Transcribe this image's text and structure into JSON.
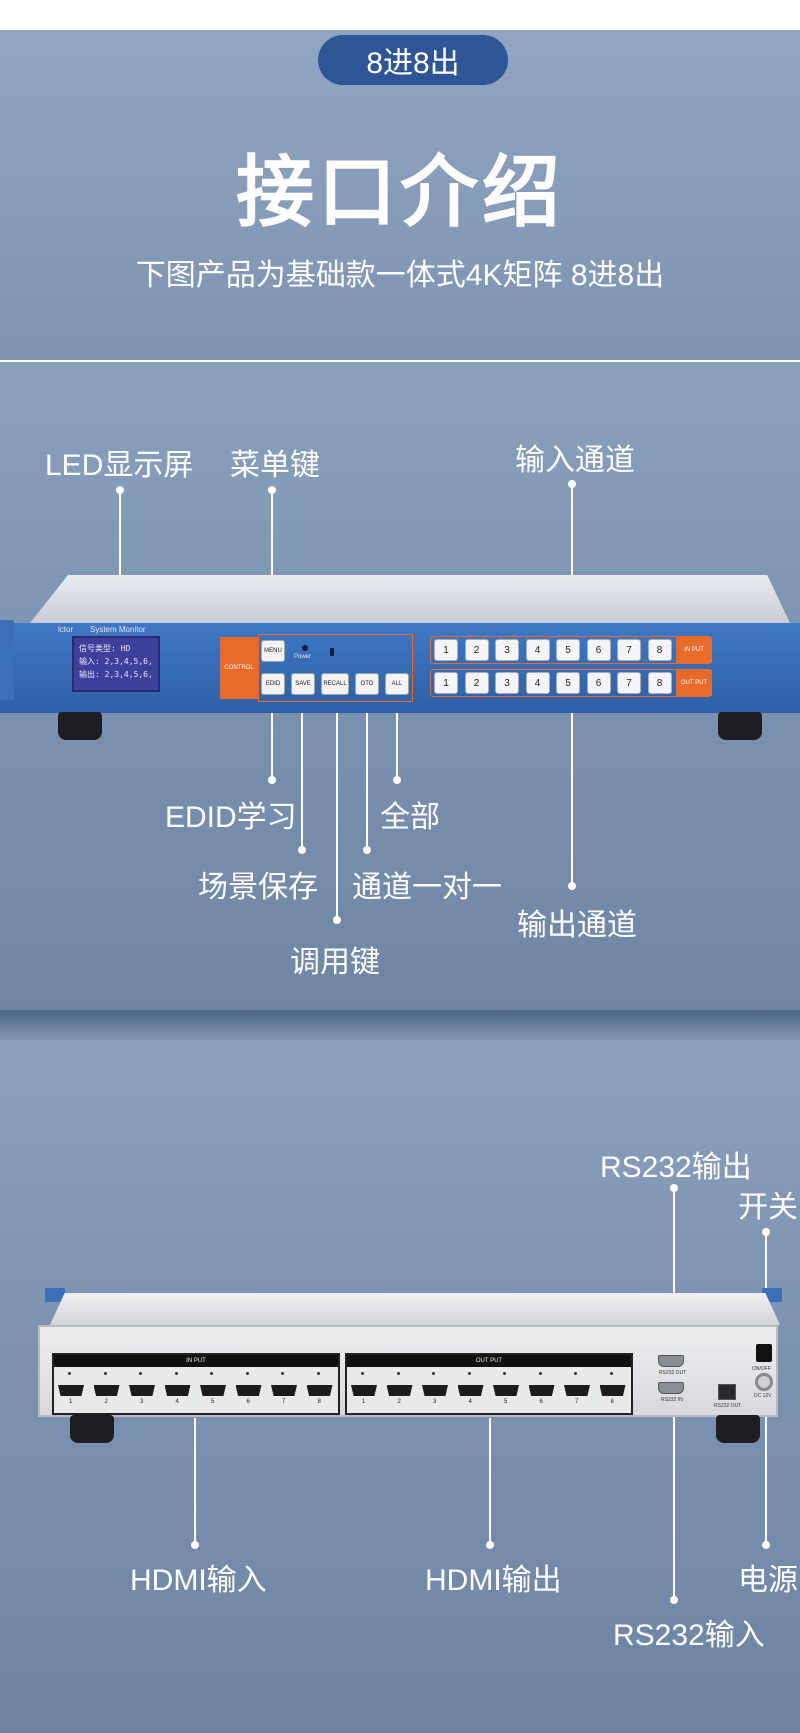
{
  "header": {
    "badge": "8进8出",
    "title": "接口介绍",
    "subtitle": "下图产品为基础款一体式4K矩阵 8进8出"
  },
  "front_panel": {
    "labels": {
      "led_screen": "LED显示屏",
      "menu_key": "菜单键",
      "input_channels": "输入通道",
      "edid": "EDID学习",
      "all": "全部",
      "save_scene": "场景保存",
      "one_to_one": "通道一对一",
      "output_channels": "输出通道",
      "recall_key": "调用键"
    },
    "lcd_lines": [
      "信号类型: HD",
      "输入: 2,3,4,5,6,",
      "输出: 2,3,4,5,6,"
    ],
    "monitor_text": "System Monitor",
    "monitor_prefix": "lctor",
    "control_label": "CONTROL",
    "power_label": "Power",
    "buttons": [
      "MENU",
      "EDID",
      "SAVE",
      "RECALL",
      "OTO",
      "ALL"
    ],
    "channel_numbers": [
      "1",
      "2",
      "3",
      "4",
      "5",
      "6",
      "7",
      "8"
    ],
    "input_tag": "IN PUT",
    "output_tag": "OUT PUT"
  },
  "back_panel": {
    "labels": {
      "rs232_out": "RS232输出",
      "power_switch": "开关",
      "hdmi_in": "HDMI输入",
      "hdmi_out": "HDMI输出",
      "power_supply": "电源",
      "rs232_in": "RS232输入"
    },
    "input_group_title": "IN PUT",
    "output_group_title": "OUT PUT",
    "port_numbers": [
      "1",
      "2",
      "3",
      "4",
      "5",
      "6",
      "7",
      "8"
    ],
    "rs232_out_tag": "RS232 OUT",
    "rs232_in_tag": "RS232 IN",
    "rs232_out_tag2": "RS232 OUT",
    "onoff_tag": "ON/OFF",
    "dc_tag": "DC 12V"
  },
  "colors": {
    "badge_blue": "#2f5597",
    "device_blue": "#3b6fb8",
    "accent_orange": "#e86b2c"
  }
}
